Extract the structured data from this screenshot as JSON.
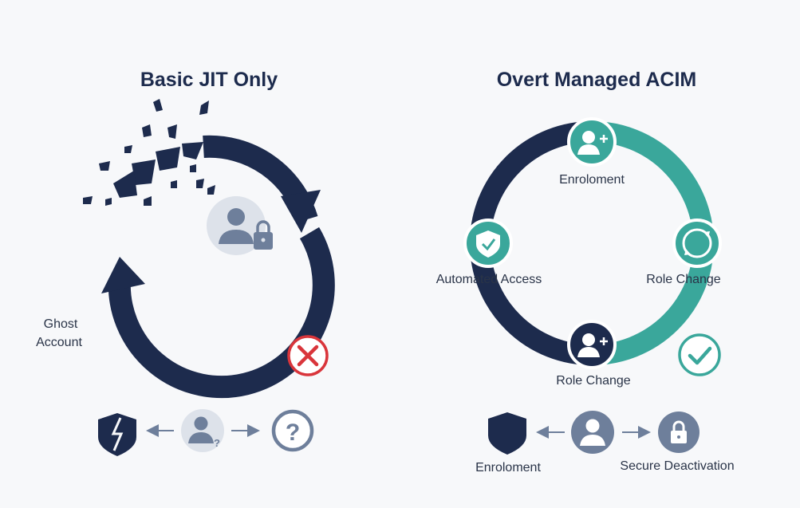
{
  "left_panel": {
    "title": "Basic JIT Only",
    "ghost_label_line1": "Ghost",
    "ghost_label_line2": "Account",
    "status_icon": "red-x-circle-icon",
    "bottom_row": [
      "broken-shield-icon",
      "user-question-icon",
      "question-circle-icon"
    ]
  },
  "right_panel": {
    "title": "Overt Managed ACIM",
    "nodes": {
      "top": "Enroloment",
      "right": "Role Change",
      "bottom": "Role Change",
      "left": "Automated Access"
    },
    "status_icon": "green-check-circle-icon",
    "bottom_row": {
      "left_label": "Enroloment",
      "right_label": "Secure Deactivation",
      "icons": [
        "shield-icon",
        "user-icon",
        "lock-circle-icon"
      ]
    }
  },
  "colors": {
    "navy": "#1d2b4d",
    "teal": "#3aa79b",
    "gray_blue": "#6e7f9b",
    "red": "#d9353b",
    "background": "#f7f8fa"
  }
}
